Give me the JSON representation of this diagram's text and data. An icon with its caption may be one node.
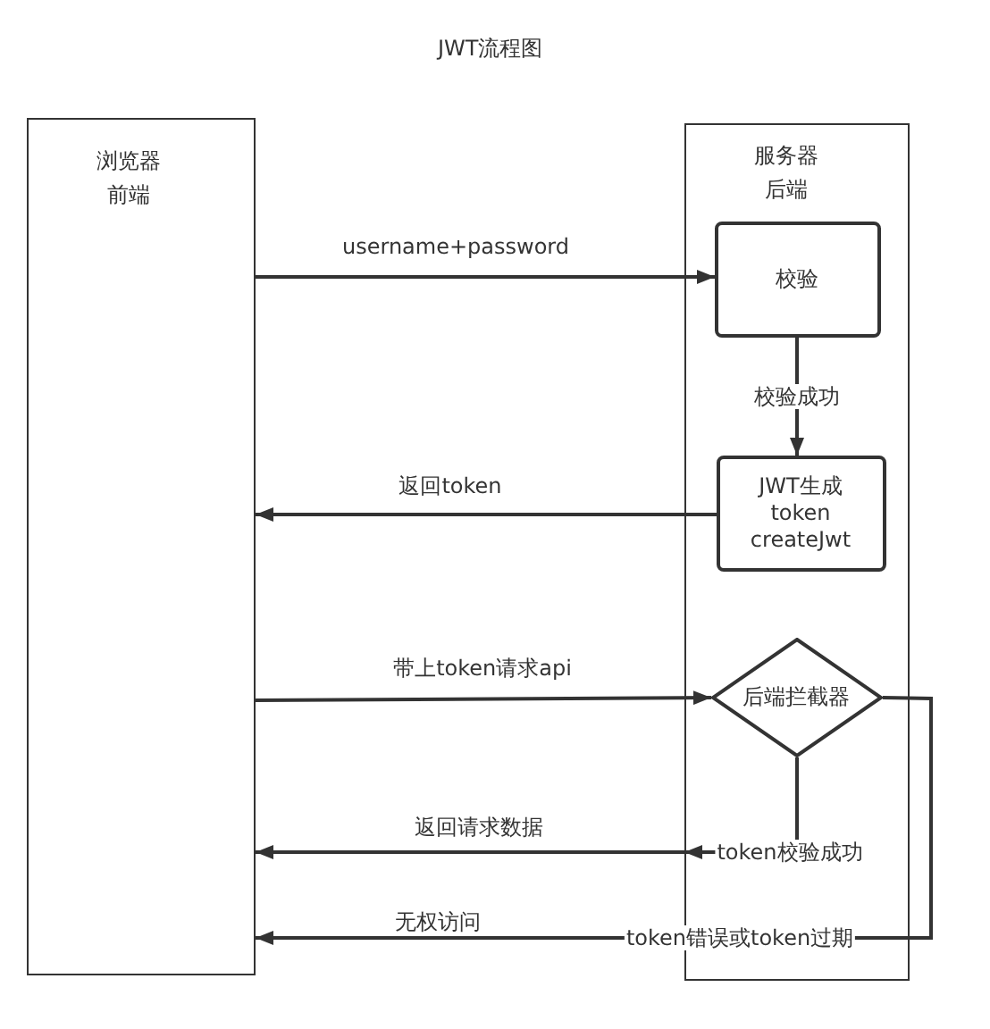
{
  "diagram": {
    "title": "JWT流程图",
    "nodes": [
      {
        "text": [
          "浏览器",
          "前端"
        ]
      },
      {
        "text": [
          "服务器",
          "后端"
        ]
      },
      {
        "text": [
          "校验"
        ],
        "in": 1
      },
      {
        "text": [
          "JWT生成",
          "token",
          "createJwt"
        ],
        "in": 1
      },
      {
        "text": [
          "后端拦截器"
        ],
        "in": 1
      }
    ],
    "edges": [
      {
        "from": 0,
        "to": 2,
        "arrow": "to",
        "label": "username+password"
      },
      {
        "from": 2,
        "to": 3,
        "arrow": "to",
        "label": "校验成功"
      },
      {
        "from": 3,
        "to": 0,
        "arrow": "to",
        "label": "返回token"
      },
      {
        "from": 0,
        "to": 4,
        "arrow": "to",
        "label": "带上token请求api"
      },
      {
        "from": 4,
        "to": 1,
        "arrow": "to",
        "label": "token校验成功"
      },
      {
        "from": 1,
        "to": 0,
        "arrow": "to",
        "label": "返回请求数据"
      },
      {
        "from": 4,
        "to": 0,
        "arrow": "to",
        "label": "token错误或token过期"
      }
    ],
    "labels": [
      "无权访问"
    ]
  }
}
